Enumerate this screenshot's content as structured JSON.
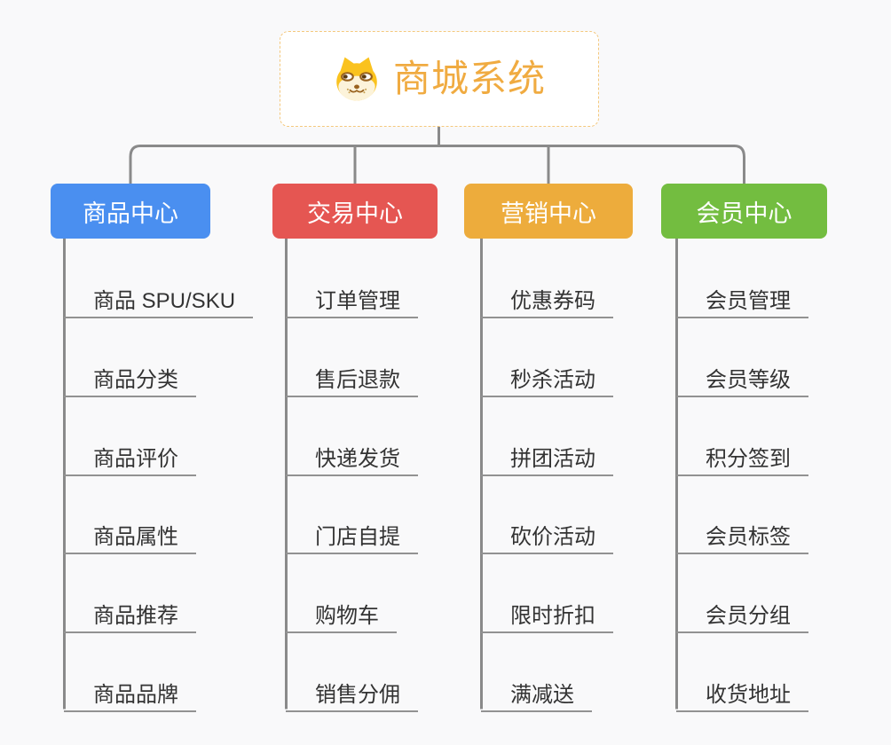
{
  "canvas": {
    "background": "#f9f9fa"
  },
  "root": {
    "title": "商城系统",
    "icon": "doge-icon",
    "text_color": "#f0ab41",
    "border_color": "#f4c87d"
  },
  "connectors": {
    "color": "#8a8a8a",
    "underline_color": "#929292"
  },
  "branches": [
    {
      "label": "商品中心",
      "color": "#4a8ff0",
      "items": [
        "商品 SPU/SKU",
        "商品分类",
        "商品评价",
        "商品属性",
        "商品推荐",
        "商品品牌"
      ]
    },
    {
      "label": "交易中心",
      "color": "#e55652",
      "items": [
        "订单管理",
        "售后退款",
        "快递发货",
        "门店自提",
        "购物车",
        "销售分佣"
      ]
    },
    {
      "label": "营销中心",
      "color": "#edac3c",
      "items": [
        "优惠券码",
        "秒杀活动",
        "拼团活动",
        "砍价活动",
        "限时折扣",
        "满减送"
      ]
    },
    {
      "label": "会员中心",
      "color": "#73bd40",
      "items": [
        "会员管理",
        "会员等级",
        "积分签到",
        "会员标签",
        "会员分组",
        "收货地址"
      ]
    }
  ]
}
